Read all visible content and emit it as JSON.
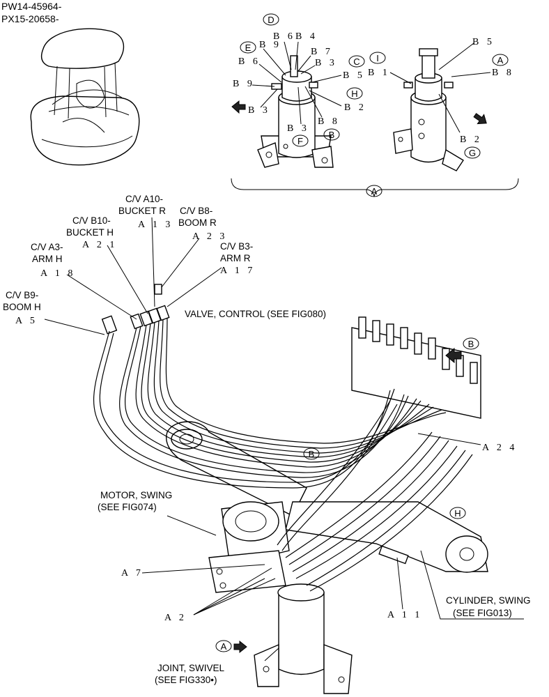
{
  "header": {
    "line1": "PW14-45964-",
    "line2": "PX15-20658-"
  },
  "callouts_detail": {
    "D": "D",
    "E": "E",
    "C": "C",
    "I": "I",
    "A": "A",
    "H": "H",
    "B": "B",
    "F": "F",
    "G": "G",
    "A_main": "A"
  },
  "detail_refs": {
    "b6": "B 6",
    "b4": "B 4",
    "b9a": "B 9",
    "b7": "B 7",
    "b3a": "B 3",
    "b6b": "B 6",
    "b5a": "B 5",
    "b9b": "B 9",
    "b2a": "B 2",
    "b3b": "B 3",
    "b3c": "B 3",
    "b8a": "B 8",
    "b5b": "B 5",
    "b1": "B 1",
    "b8b": "B 8",
    "b2b": "B 2"
  },
  "hose_labels": {
    "a10": [
      "C/V A10-",
      "BUCKET R"
    ],
    "b10": [
      "C/V B10-",
      "BUCKET H"
    ],
    "b8": [
      "C/V B8-",
      "BOOM R"
    ],
    "a3": [
      "C/V A3-",
      "ARM H"
    ],
    "b3": [
      "C/V B3-",
      "ARM R"
    ],
    "b9": [
      "C/V B9-",
      "BOOM H"
    ]
  },
  "hose_refs": {
    "a13": "A 1 3",
    "a21": "A 2 1",
    "a23": "A 2 3",
    "a18": "A 1 8",
    "a17": "A 1 7",
    "a5": "A 5"
  },
  "component_labels": {
    "valve": "VALVE, CONTROL (SEE FIG080)",
    "motor": [
      "MOTOR, SWING",
      "(SEE FIG074)"
    ],
    "cylinder": [
      "CYLINDER, SWING",
      "(SEE FIG013)"
    ],
    "joint": [
      "JOINT, SWIVEL",
      "(SEE FIG330•)"
    ]
  },
  "main_refs": {
    "a24": "A 2 4",
    "a7": "A 7",
    "a2": "A 2",
    "a11": "A 1 1"
  },
  "main_callouts": {
    "B": "B",
    "B2": "B",
    "H": "H",
    "A": "A"
  }
}
